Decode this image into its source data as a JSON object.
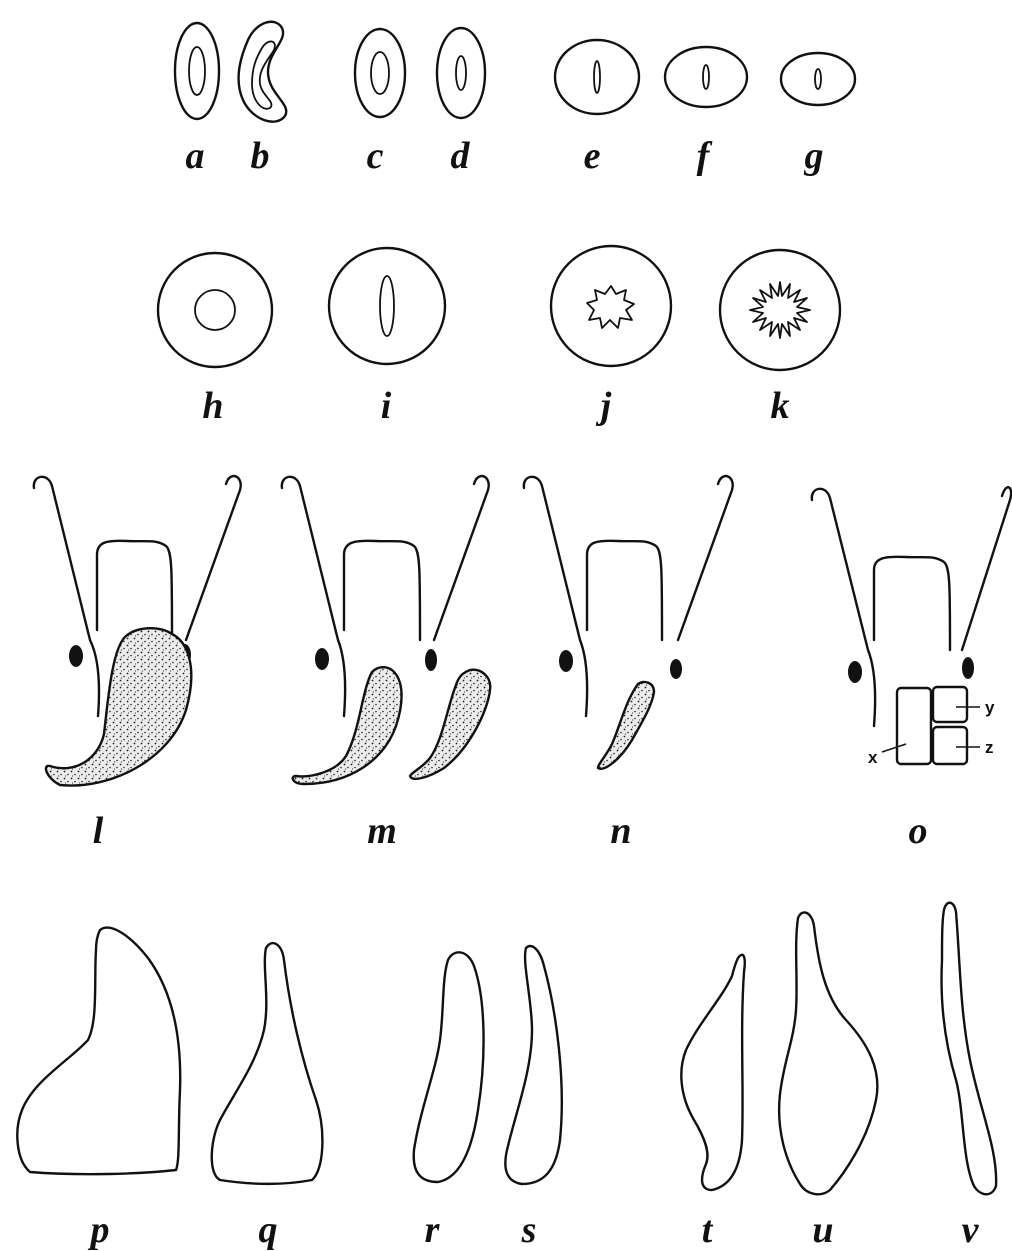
{
  "figure_labels": {
    "a": "a",
    "b": "b",
    "c": "c",
    "d": "d",
    "e": "e",
    "f": "f",
    "g": "g",
    "h": "h",
    "i": "i",
    "j": "j",
    "k": "k",
    "l": "l",
    "m": "m",
    "n": "n",
    "o": "o",
    "p": "p",
    "q": "q",
    "r": "r",
    "s": "s",
    "t": "t",
    "u": "u",
    "v": "v"
  },
  "part_labels": {
    "x": "x",
    "y": "y",
    "z": "z"
  },
  "colors": {
    "ink": "#111111",
    "paper": "#ffffff",
    "stipple": "#e9e9e9"
  }
}
